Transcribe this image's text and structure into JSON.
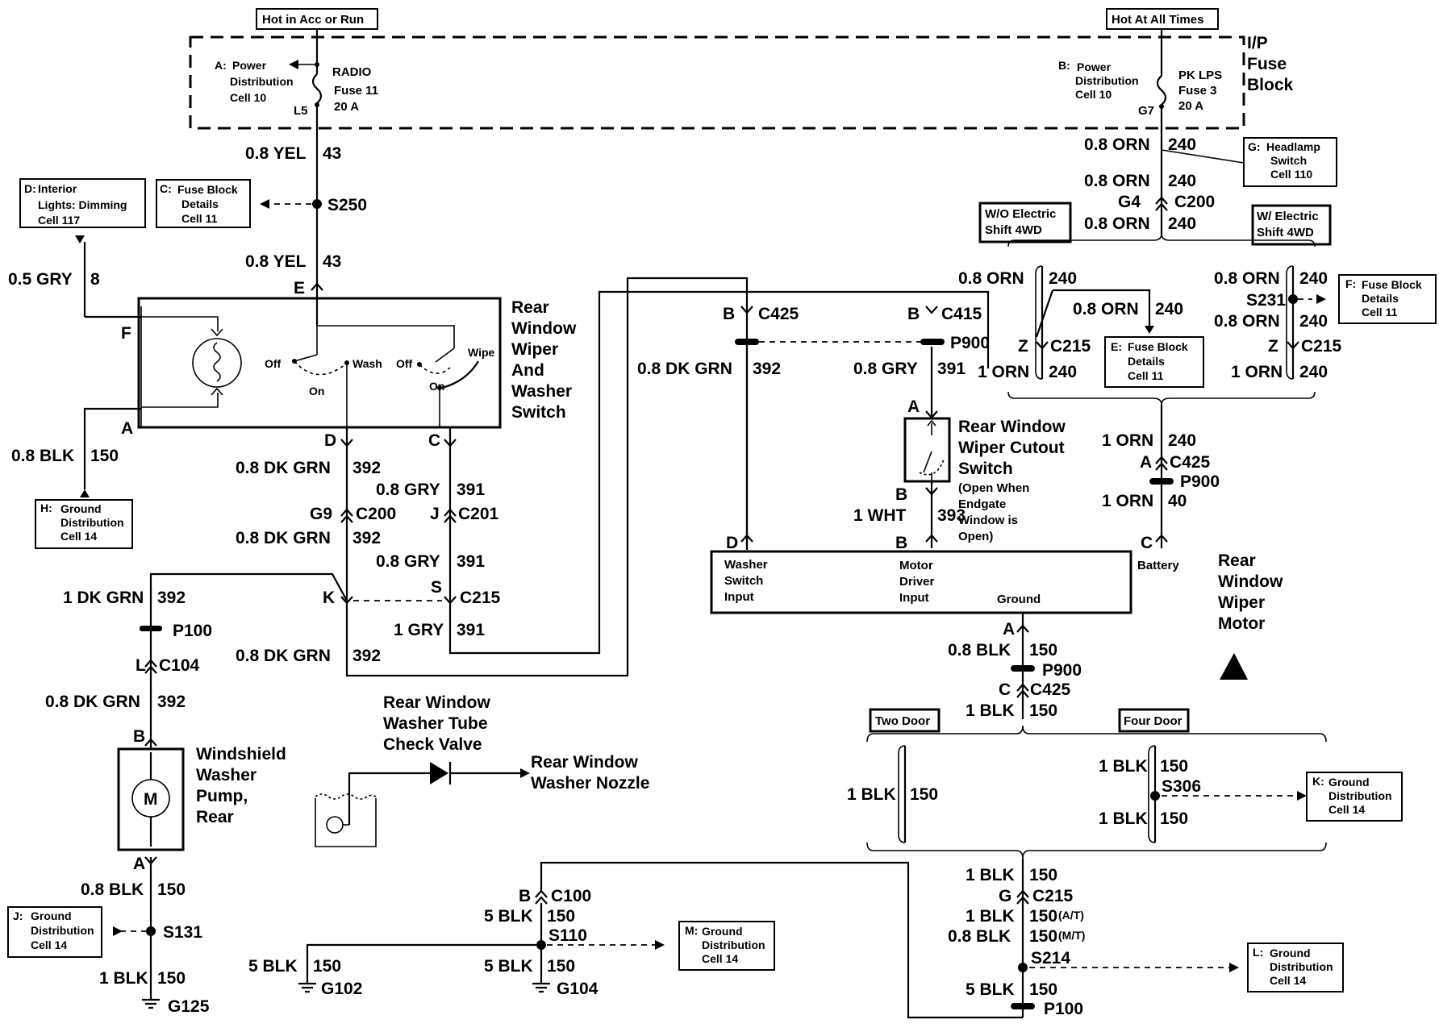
{
  "headers": {
    "acc_run": "Hot in Acc or Run",
    "all_times": "Hot At All Times"
  },
  "fuse_block": {
    "name": [
      "I/P",
      "Fuse",
      "Block"
    ],
    "radio_fuse": {
      "letter": "A:",
      "ref": [
        "Power",
        "Distribution",
        "Cell 10"
      ],
      "name": "RADIO",
      "fuse": "Fuse 11",
      "amps": "20 A",
      "pin": "L5"
    },
    "pklps_fuse": {
      "letter": "B:",
      "ref": [
        "Power",
        "Distribution",
        "Cell 10"
      ],
      "name": "PK LPS",
      "fuse": "Fuse 3",
      "amps": "20 A",
      "pin": "G7"
    }
  },
  "refs": {
    "c": {
      "letter": "C:",
      "lines": [
        "Fuse Block",
        "Details",
        "Cell 11"
      ]
    },
    "d": {
      "letter": "D:",
      "lines": [
        "Interior",
        "Lights: Dimming",
        "Cell 117"
      ]
    },
    "e": {
      "letter": "E:",
      "lines": [
        "Fuse Block",
        "Details",
        "Cell 11"
      ]
    },
    "f": {
      "letter": "F:",
      "lines": [
        "Fuse Block",
        "Details",
        "Cell 11"
      ]
    },
    "g": {
      "letter": "G:",
      "lines": [
        "Headlamp",
        "Switch",
        "Cell 110"
      ]
    },
    "h": {
      "letter": "H:",
      "lines": [
        "Ground",
        "Distribution",
        "Cell 14"
      ]
    },
    "j": {
      "letter": "J:",
      "lines": [
        "Ground",
        "Distribution",
        "Cell 14"
      ]
    },
    "k": {
      "letter": "K:",
      "lines": [
        "Ground",
        "Distribution",
        "Cell 14"
      ]
    },
    "l": {
      "letter": "L:",
      "lines": [
        "Ground",
        "Distribution",
        "Cell 14"
      ]
    },
    "m": {
      "letter": "M:",
      "lines": [
        "Ground",
        "Distribution",
        "Cell 14"
      ]
    }
  },
  "options": {
    "wo_electric": [
      "W/O Electric",
      "Shift 4WD"
    ],
    "w_electric": [
      "W/ Electric",
      "Shift 4WD"
    ],
    "two_door": "Two Door",
    "four_door": "Four Door"
  },
  "components": {
    "wiper_switch": {
      "name": [
        "Rear",
        "Window",
        "Wiper",
        "And",
        "Washer",
        "Switch"
      ],
      "positions": [
        "Off",
        "Wash",
        "Off",
        "Wipe",
        "On",
        "On"
      ]
    },
    "cutout_switch": {
      "name": [
        "Rear Window",
        "Wiper Cutout",
        "Switch"
      ],
      "note": [
        "(Open When",
        "Endgate",
        "Window is",
        "Open)"
      ]
    },
    "wiper_motor": {
      "name": [
        "Rear",
        "Window",
        "Wiper",
        "Motor"
      ],
      "inputs": [
        "Washer",
        "Switch",
        "Input",
        "Motor",
        "Driver",
        "Input",
        "Battery",
        "Ground"
      ]
    },
    "washer_pump": {
      "name": [
        "Windshield",
        "Washer",
        "Pump,",
        "Rear"
      ],
      "symbol": "M"
    },
    "check_valve": [
      "Rear Window",
      "Washer Tube",
      "Check Valve"
    ],
    "nozzle": [
      "Rear Window",
      "Washer Nozzle"
    ]
  },
  "wires": {
    "yel_top": {
      "size": "0.8 YEL",
      "circuit": "43"
    },
    "yel_bot": {
      "size": "0.8 YEL",
      "circuit": "43"
    },
    "gry8": {
      "size": "0.5 GRY",
      "circuit": "8"
    },
    "blk150_a": {
      "size": "0.8 BLK",
      "circuit": "150"
    },
    "dkgrn_d1": {
      "size": "0.8 DK GRN",
      "circuit": "392"
    },
    "dkgrn_d2": {
      "size": "0.8 DK GRN",
      "circuit": "392"
    },
    "dkgrn_d3": {
      "size": "0.8 DK GRN",
      "circuit": "392"
    },
    "gry_c1": {
      "size": "0.8 GRY",
      "circuit": "391"
    },
    "gry_c2": {
      "size": "0.8 GRY",
      "circuit": "391"
    },
    "gry_c3": {
      "size": "1 GRY",
      "circuit": "391"
    },
    "dkgrn_p1": {
      "size": "1 DK GRN",
      "circuit": "392"
    },
    "dkgrn_p2": {
      "size": "0.8 DK GRN",
      "circuit": "392"
    },
    "blk_pump1": {
      "size": "0.8 BLK",
      "circuit": "150"
    },
    "blk_pump2": {
      "size": "1 BLK",
      "circuit": "150"
    },
    "dkgrn_mid": {
      "size": "0.8 DK GRN",
      "circuit": "392"
    },
    "gry_mid": {
      "size": "0.8 GRY",
      "circuit": "391"
    },
    "wht393": {
      "size": "1 WHT",
      "circuit": "393"
    },
    "orn1": {
      "size": "0.8 ORN",
      "circuit": "240"
    },
    "orn2": {
      "size": "0.8 ORN",
      "circuit": "240"
    },
    "orn3": {
      "size": "0.8 ORN",
      "circuit": "240"
    },
    "orn_l1": {
      "size": "0.8 ORN",
      "circuit": "240"
    },
    "orn_l2": {
      "size": "0.8 ORN",
      "circuit": "240"
    },
    "orn_l3": {
      "size": "1 ORN",
      "circuit": "240"
    },
    "orn_r1": {
      "size": "0.8 ORN",
      "circuit": "240"
    },
    "orn_r2": {
      "size": "0.8 ORN",
      "circuit": "240"
    },
    "orn_r3": {
      "size": "1 ORN",
      "circuit": "240"
    },
    "orn_c1": {
      "size": "1 ORN",
      "circuit": "240"
    },
    "orn_c2": {
      "size": "1 ORN",
      "circuit": "40"
    },
    "blk_m1": {
      "size": "0.8 BLK",
      "circuit": "150"
    },
    "blk_m2": {
      "size": "1 BLK",
      "circuit": "150"
    },
    "blk_two": {
      "size": "1 BLK",
      "circuit": "150"
    },
    "blk_four1": {
      "size": "1 BLK",
      "circuit": "150"
    },
    "blk_four2": {
      "size": "1 BLK",
      "circuit": "150"
    },
    "blk_b1": {
      "size": "1 BLK",
      "circuit": "150"
    },
    "blk_b2": {
      "size": "1 BLK",
      "circuit": "150",
      "note": "(A/T)"
    },
    "blk_b3": {
      "size": "0.8 BLK",
      "circuit": "150",
      "note": "(M/T)"
    },
    "blk_b4": {
      "size": "5 BLK",
      "circuit": "150"
    },
    "blk_g1": {
      "size": "5 BLK",
      "circuit": "150"
    },
    "blk_g2": {
      "size": "5 BLK",
      "circuit": "150"
    },
    "blk_g3": {
      "size": "5 BLK",
      "circuit": "150"
    }
  },
  "connectors": {
    "s250": "S250",
    "e": "E",
    "f": "F",
    "a": "A",
    "d": "D",
    "c": "C",
    "g9": "G9",
    "c200a": "C200",
    "j": "J",
    "c201": "C201",
    "k": "K",
    "s": "S",
    "c215a": "C215",
    "p100a": "P100",
    "l": "L",
    "c104": "C104",
    "pb": "B",
    "pa": "A",
    "s131": "S131",
    "g125": "G125",
    "b1": "B",
    "c425a": "C425",
    "b2": "B",
    "c415": "C415",
    "p900a": "P900",
    "ca": "A",
    "cb": "B",
    "cb2": "B",
    "md": "D",
    "mc": "C",
    "g4": "G4",
    "c200b": "C200",
    "z1": "Z",
    "c215b": "C215",
    "s231": "S231",
    "z2": "Z",
    "c215c": "C215",
    "aa": "A",
    "c425b": "C425",
    "p900b": "P900",
    "ma": "A",
    "p900c": "P900",
    "cc": "C",
    "c425c": "C425",
    "s306": "S306",
    "g": "G",
    "c215d": "C215",
    "s214": "S214",
    "p100b": "P100",
    "bb": "B",
    "c100": "C100",
    "s110": "S110",
    "g102": "G102",
    "g104": "G104"
  }
}
